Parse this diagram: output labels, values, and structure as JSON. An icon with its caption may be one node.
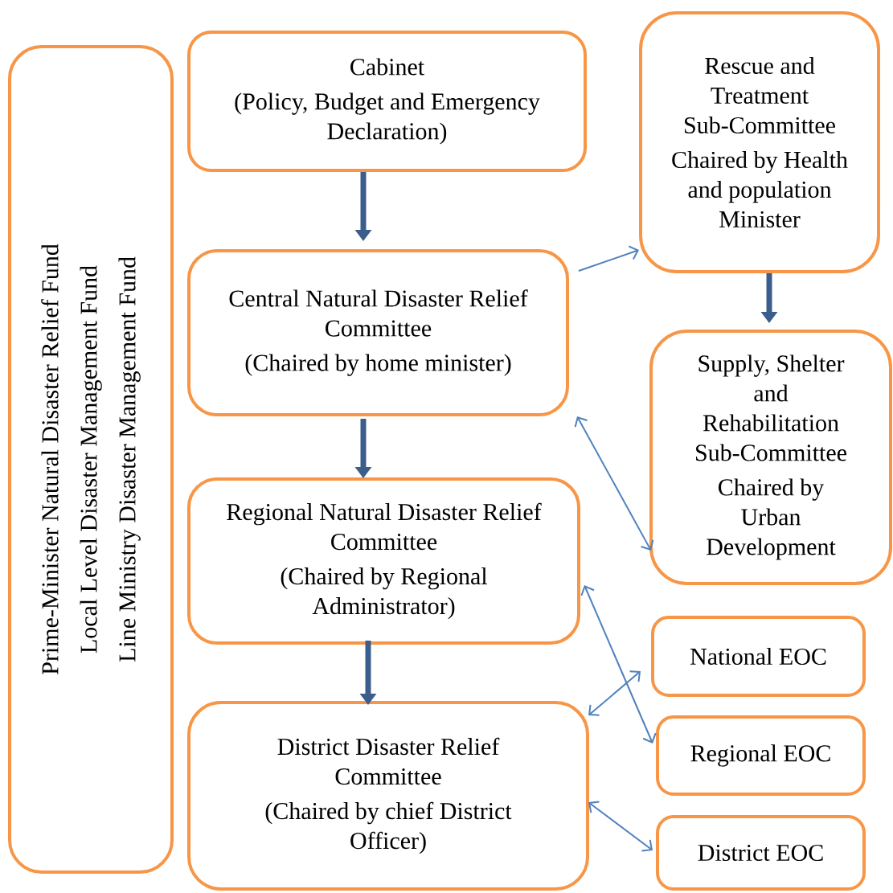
{
  "diagram": {
    "nodes": [
      {
        "text": [
          "Prime-Minister Natural Disaster Relief Fund",
          "Local Level Disaster Management Fund",
          "Line Ministry Disaster Management Fund"
        ]
      },
      {
        "text": [
          "Cabinet",
          "(Policy, Budget and Emergency Declaration)"
        ]
      },
      {
        "text": [
          "Rescue and Treatment Sub-Committee",
          "Chaired by Health and population Minister"
        ]
      },
      {
        "text": [
          "Central Natural Disaster Relief Committee",
          "(Chaired by home minister)"
        ]
      },
      {
        "text": [
          "Supply, Shelter and Rehabilitation Sub-Committee",
          "Chaired by Urban Development"
        ]
      },
      {
        "text": [
          "Regional Natural Disaster Relief Committee",
          "(Chaired by Regional Administrator)"
        ]
      },
      {
        "text": [
          "National EOC"
        ]
      },
      {
        "text": [
          "District Disaster Relief Committee",
          "(Chaired by chief District Officer)"
        ]
      },
      {
        "text": [
          "Regional EOC"
        ]
      },
      {
        "text": [
          "District EOC"
        ]
      }
    ],
    "edges": [
      {
        "from": 1,
        "to": 3,
        "arrow": "to",
        "style": "thick",
        "color": "#3b5e8c"
      },
      {
        "from": 3,
        "to": 5,
        "arrow": "to",
        "style": "thick",
        "color": "#3b5e8c"
      },
      {
        "from": 5,
        "to": 7,
        "arrow": "to",
        "style": "thick",
        "color": "#3b5e8c"
      },
      {
        "from": 2,
        "to": 4,
        "arrow": "to",
        "style": "thick",
        "color": "#3b5e8c"
      },
      {
        "from": 3,
        "to": 2,
        "arrow": "to"
      },
      {
        "from": 3,
        "to": 4,
        "arrow": "both"
      },
      {
        "from": 5,
        "to": 8,
        "arrow": "both"
      },
      {
        "from": 7,
        "to": 6,
        "arrow": "both"
      },
      {
        "from": 7,
        "to": 9,
        "arrow": "both"
      }
    ]
  }
}
